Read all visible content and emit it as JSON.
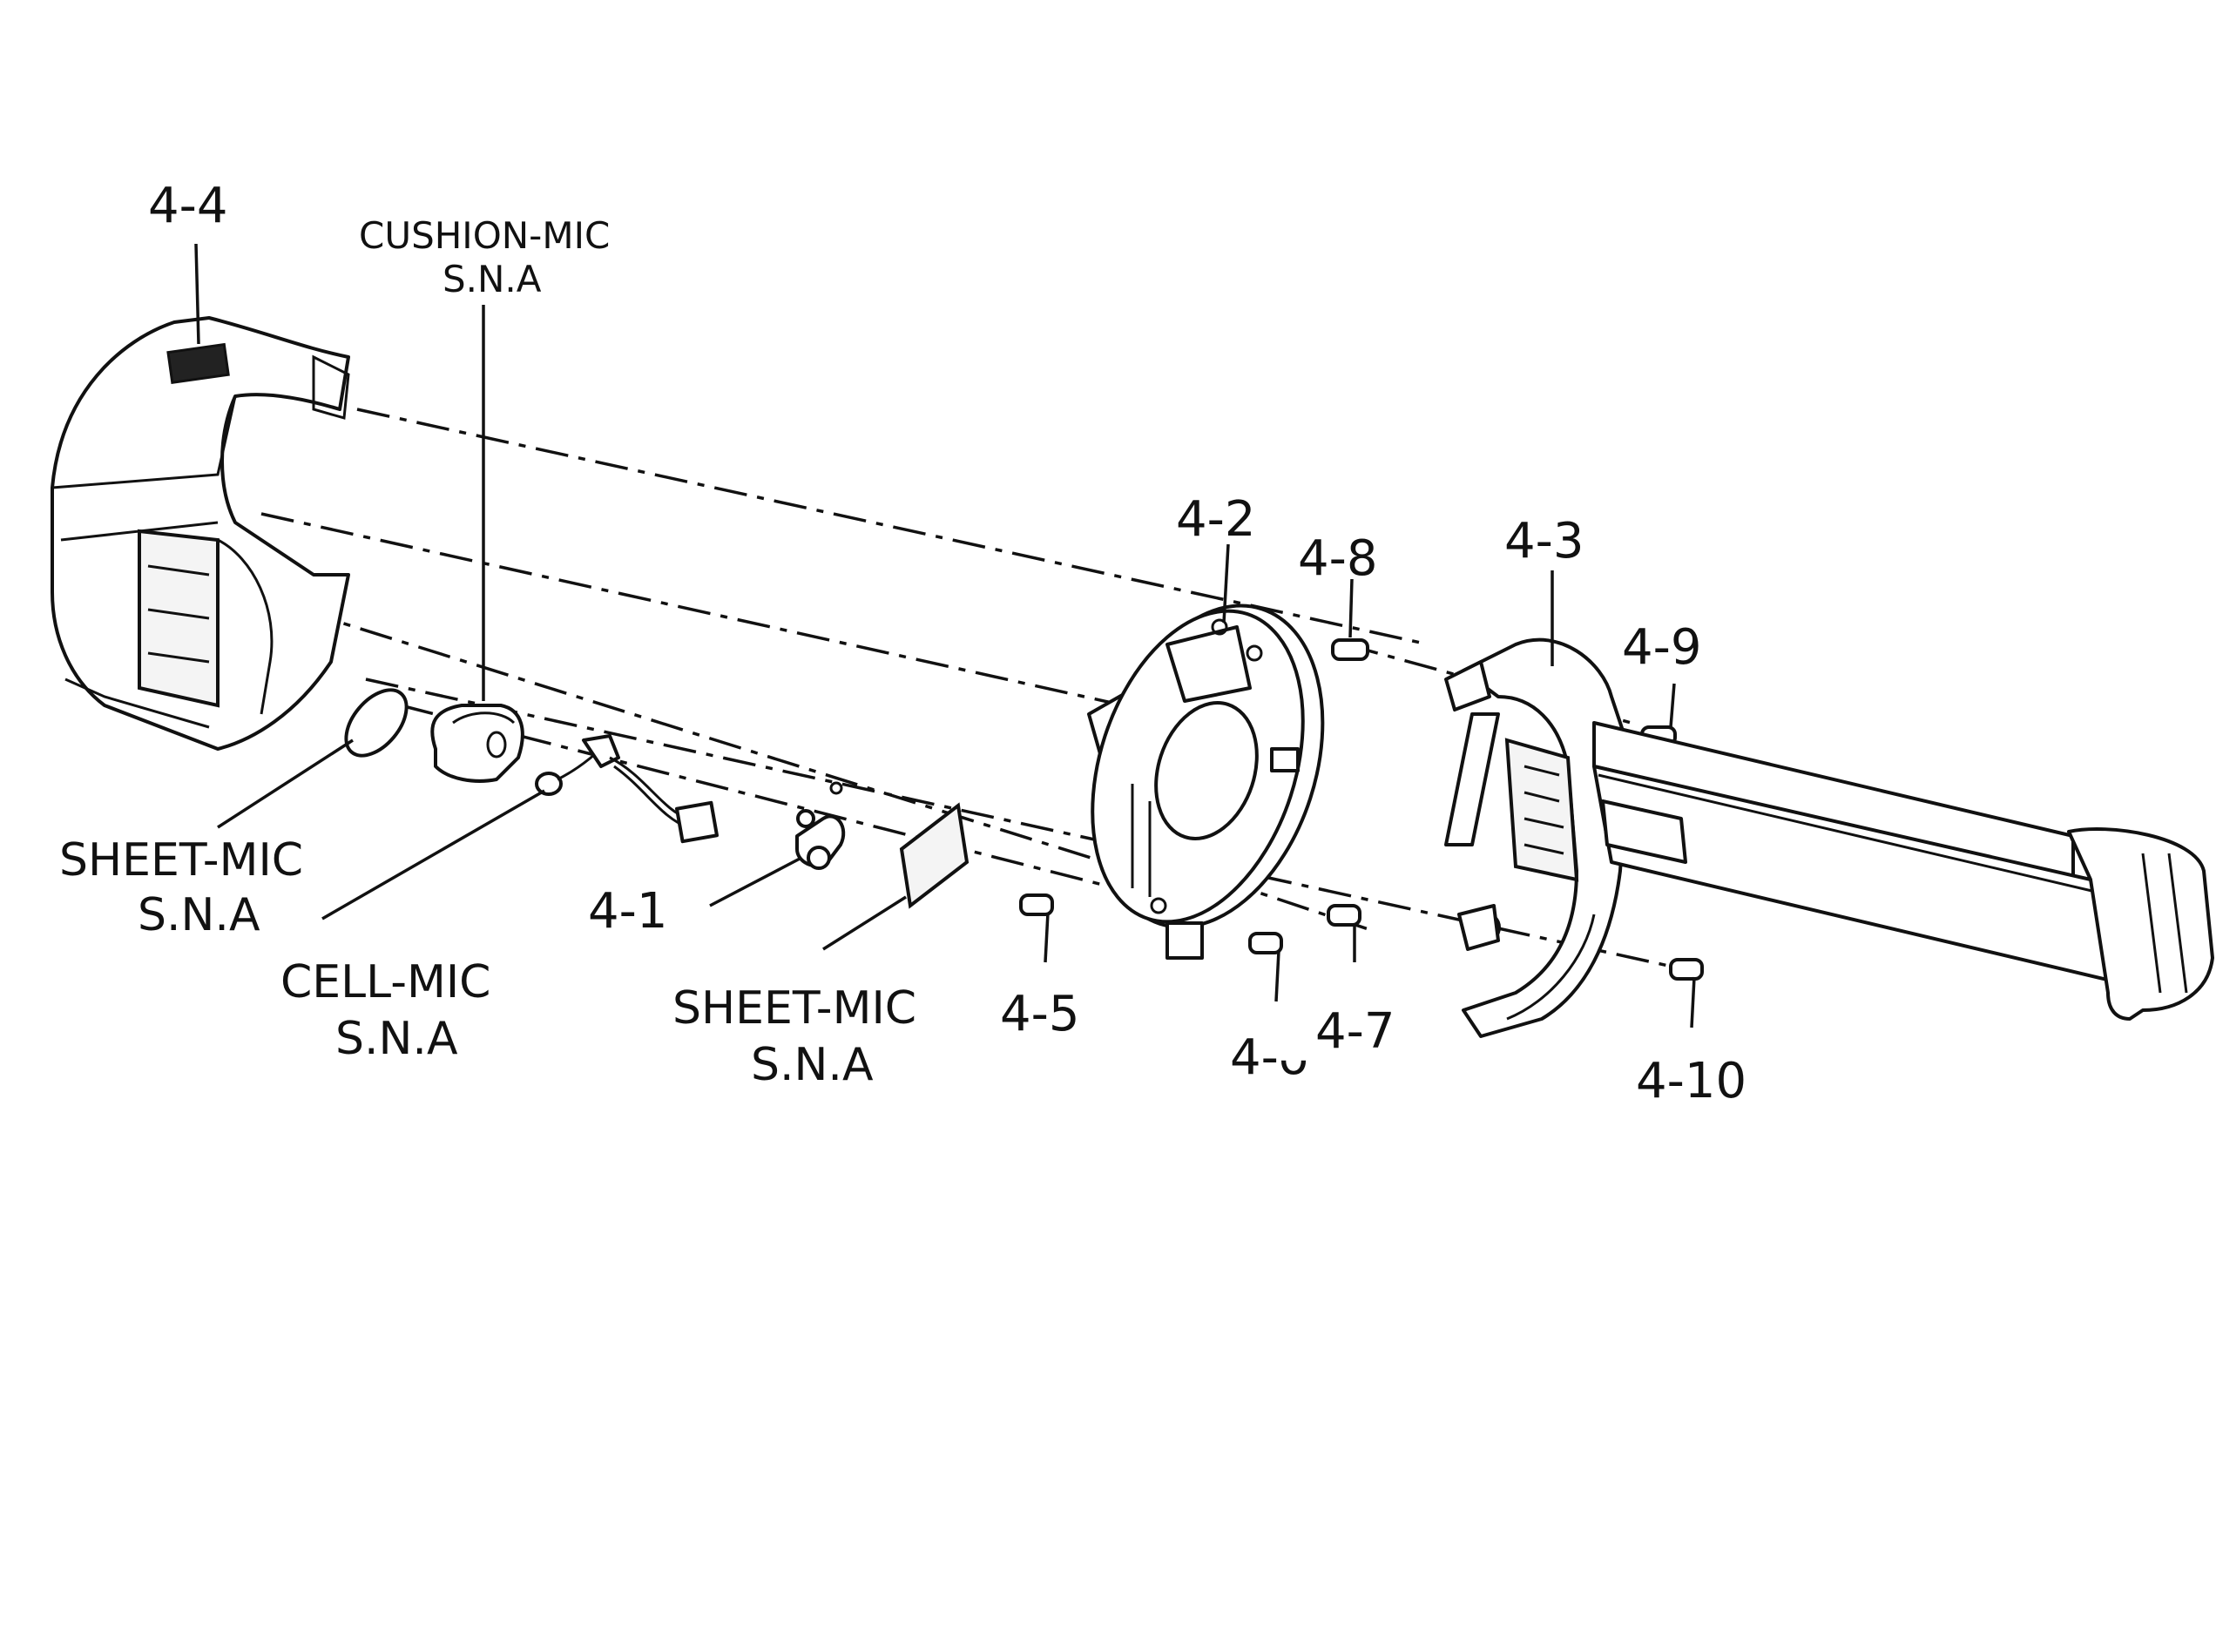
{
  "labels": {
    "part_4_4": "4-4",
    "cushion_mic_line1": "CUSHION-MIC",
    "cushion_mic_line2": "S.N.A",
    "part_4_2": "4-2",
    "part_4_8": "4-8",
    "part_4_3": "4-3",
    "part_4_9": "4-9",
    "sheet_mic_left_line1": "SHEET-MIC",
    "sheet_mic_left_line2": "S.N.A",
    "part_4_1": "4-1",
    "cell_mic_line1": "CELL-MIC",
    "cell_mic_line2": "S.N.A",
    "sheet_mic_center_line1": "SHEET-MIC",
    "sheet_mic_center_line2": "S.N.A",
    "part_4_5": "4-5",
    "part_4_6_partial": "4-ᴗ",
    "part_4_7": "4-7",
    "part_4_10": "4-10"
  },
  "colors": {
    "ink": "#111111",
    "paper": "#ffffff"
  }
}
